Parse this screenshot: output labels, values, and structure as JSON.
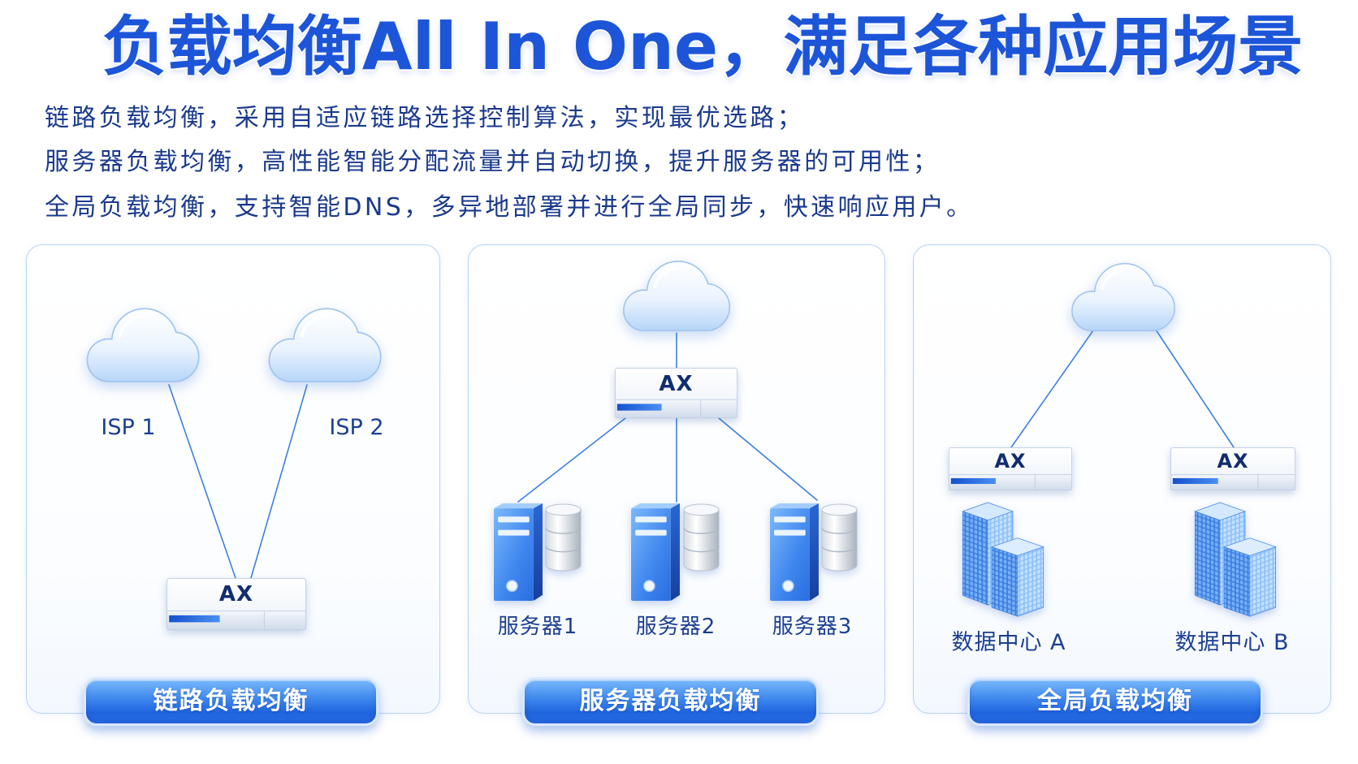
{
  "title": "负载均衡All In One，满足各种应用场景",
  "bullets": [
    "链路负载均衡，采用自适应链路选择控制算法，实现最优选路；",
    "服务器负载均衡，高性能智能分配流量并自动切换，提升服务器的可用性；",
    "全局负载均衡，支持智能DNS，多异地部署并进行全局同步，快速响应用户。"
  ],
  "panels": {
    "link": {
      "caption": "链路负载均衡",
      "isp_labels": [
        "ISP 1",
        "ISP 2"
      ],
      "device": "AX"
    },
    "server": {
      "caption": "服务器负载均衡",
      "device": "AX",
      "server_labels": [
        "服务器1",
        "服务器2",
        "服务器3"
      ]
    },
    "global": {
      "caption": "全局负载均衡",
      "devices": [
        "AX",
        "AX"
      ],
      "datacenter_labels": [
        "数据中心 A",
        "数据中心 B"
      ]
    }
  },
  "icons": {
    "cloud": "cloud-icon",
    "device": "ax-appliance-icon",
    "server": "server-tower-icon",
    "database": "database-icon",
    "datacenter": "building-icon"
  },
  "colors": {
    "title": "#1d55d9",
    "text": "#1b3a8c",
    "accent": "#2a72e8",
    "connector": "#3f7fe0",
    "panel_border": "#b9d2f3"
  }
}
